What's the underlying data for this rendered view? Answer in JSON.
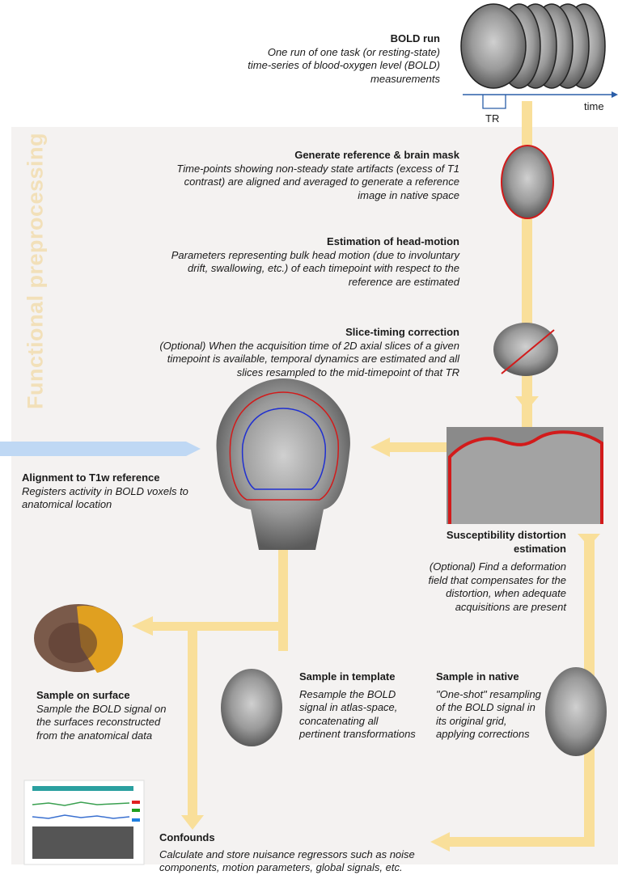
{
  "panel_title": "Functional preprocessing",
  "colors": {
    "pipe": "#f9df9a",
    "bold_input": "#bfd8f4",
    "mask_outline": "#d21b1b",
    "wm_outline": "#2030d0",
    "axis": "#2a5ea8"
  },
  "bold_run": {
    "title": "BOLD run",
    "desc": "One run of one task (or resting-state) time-series of blood-oxygen level (BOLD) measurements",
    "axis_label": "time",
    "tr_label": "TR"
  },
  "steps": {
    "reference": {
      "title": "Generate reference & brain mask",
      "desc": "Time-points showing non-steady state artifacts (excess of T1 contrast) are aligned and averaged to generate a reference image in native space"
    },
    "head_motion": {
      "title": "Estimation of head-motion",
      "desc": "Parameters representing bulk head motion (due to involuntary drift, swallowing, etc.) of each timepoint with respect to the reference are estimated"
    },
    "slice_timing": {
      "title": "Slice-timing correction",
      "desc": "(Optional) When the acquisition time of 2D axial slices of a given timepoint is available, temporal dynamics are estimated and all slices resampled to the mid-timepoint of that TR"
    },
    "alignment": {
      "title": "Alignment to T1w reference",
      "desc": "Registers activity in BOLD voxels to anatomical location"
    },
    "susceptibility": {
      "title": "Susceptibility distortion estimation",
      "desc": "(Optional) Find a deformation field that compensates for the distortion, when adequate acquisitions are present"
    },
    "surface": {
      "title": "Sample on surface",
      "desc": "Sample the BOLD signal on the surfaces reconstructed from the anatomical data"
    },
    "template": {
      "title": "Sample in template",
      "desc": "Resample the BOLD signal in atlas-space, concatenating all pertinent transformations"
    },
    "native": {
      "title": "Sample in native",
      "desc": "\"One-shot\" resampling of the BOLD signal in its original grid, applying corrections"
    },
    "confounds": {
      "title": "Confounds",
      "desc": "Calculate and store nuisance regressors such as noise components, motion parameters, global signals, etc."
    }
  }
}
